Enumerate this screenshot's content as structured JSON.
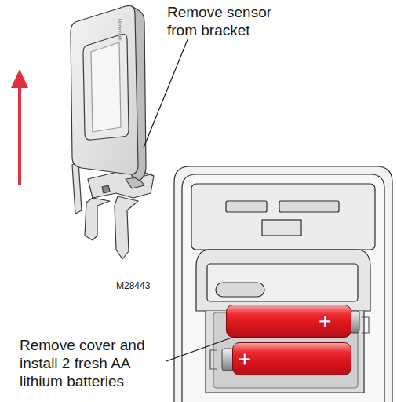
{
  "diagram": {
    "nodes": [
      {
        "text": [
          "+"
        ]
      },
      {
        "text": [
          "+"
        ]
      }
    ],
    "labels": [
      "Remove sensor from bracket",
      "Honeywell",
      "M28443",
      "Remove cover and install 2 fresh AA lithium batteries"
    ]
  }
}
